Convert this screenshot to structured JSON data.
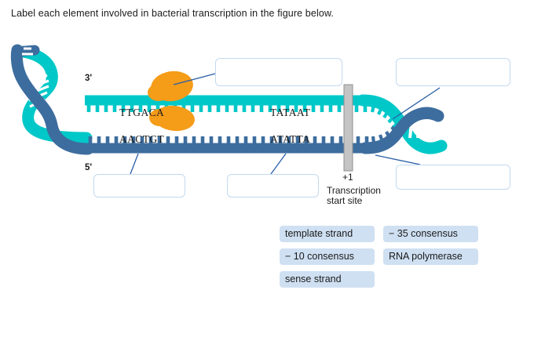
{
  "prompt": "Label each element involved in bacterial transcription in the figure below.",
  "figure": {
    "strand_labels": {
      "three_prime": "3'",
      "five_prime": "5'"
    },
    "sequences": {
      "top_minus35": "TTGACA",
      "bottom_minus35": "AACTGT",
      "top_minus10": "TATAAT",
      "bottom_minus10": "ATATTA"
    },
    "transcription_start": {
      "position_label": "+1",
      "caption_line1": "Transcription",
      "caption_line2": "start site"
    },
    "drop_boxes": [
      {
        "name": "rna-polymerase-box",
        "value": "",
        "placeholder": ""
      },
      {
        "name": "top-right-box",
        "value": "",
        "placeholder": ""
      },
      {
        "name": "sense-strand-box",
        "value": "",
        "placeholder": ""
      },
      {
        "name": "minus-10-box",
        "value": "",
        "placeholder": ""
      },
      {
        "name": "bottom-right-box",
        "value": "",
        "placeholder": ""
      }
    ],
    "colors": {
      "sense_strand": "#00c8c8",
      "template_strand": "#3d6d9e",
      "rna_polymerase": "#f59c18",
      "start_site_bar": "#c4c4c4",
      "connector_line": "#2a5fa8",
      "box_border": "#c3d9ef"
    }
  },
  "answer_bank": {
    "rows": [
      [
        "template strand",
        "− 35 consensus"
      ],
      [
        "− 10 consensus",
        "RNA polymerase"
      ],
      [
        "sense strand"
      ]
    ]
  }
}
